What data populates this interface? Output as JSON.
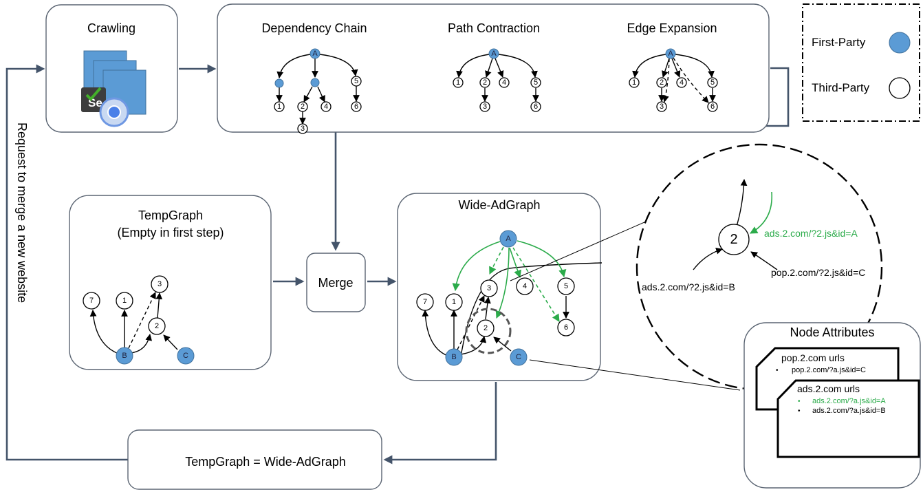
{
  "stages": {
    "crawling": "Crawling",
    "dependency_chain": "Dependency Chain",
    "path_contraction": "Path Contraction",
    "edge_expansion": "Edge Expansion",
    "tempgraph_title": "TempGraph",
    "tempgraph_subtitle": "(Empty in first step)",
    "merge": "Merge",
    "wide_adgraph": "Wide-AdGraph",
    "assign": "TempGraph = Wide-AdGraph",
    "loop_label": "Request to merge a new website"
  },
  "legend": {
    "first_party": "First-Party",
    "third_party": "Third-Party",
    "first_party_color": "#5b9bd5",
    "third_party_color": "#ffffff"
  },
  "nodes": {
    "A": "A",
    "B": "B",
    "C": "C",
    "n1": "1",
    "n2": "2",
    "n3": "3",
    "n4": "4",
    "n5": "5",
    "n6": "6",
    "n7": "7"
  },
  "zoom": {
    "node": "2",
    "url_green": "ads.2.com/?2.js&id=A",
    "url_left": "ads.2.com/?2.js&id=B",
    "url_right": "pop.2.com/?2.js&id=C"
  },
  "attributes": {
    "title": "Node Attributes",
    "card1_title": "pop.2.com urls",
    "card1_items": [
      "pop.2.com/?a.js&id=C"
    ],
    "card2_title": "ads.2.com urls",
    "card2_items": [
      "ads.2.com/?a.js&id=A",
      "ads.2.com/?a.js&id=B"
    ],
    "highlight_color": "#2bab4a"
  },
  "icons": [
    "selenium-icon",
    "chrome-icon",
    "browser-pages-icon"
  ]
}
